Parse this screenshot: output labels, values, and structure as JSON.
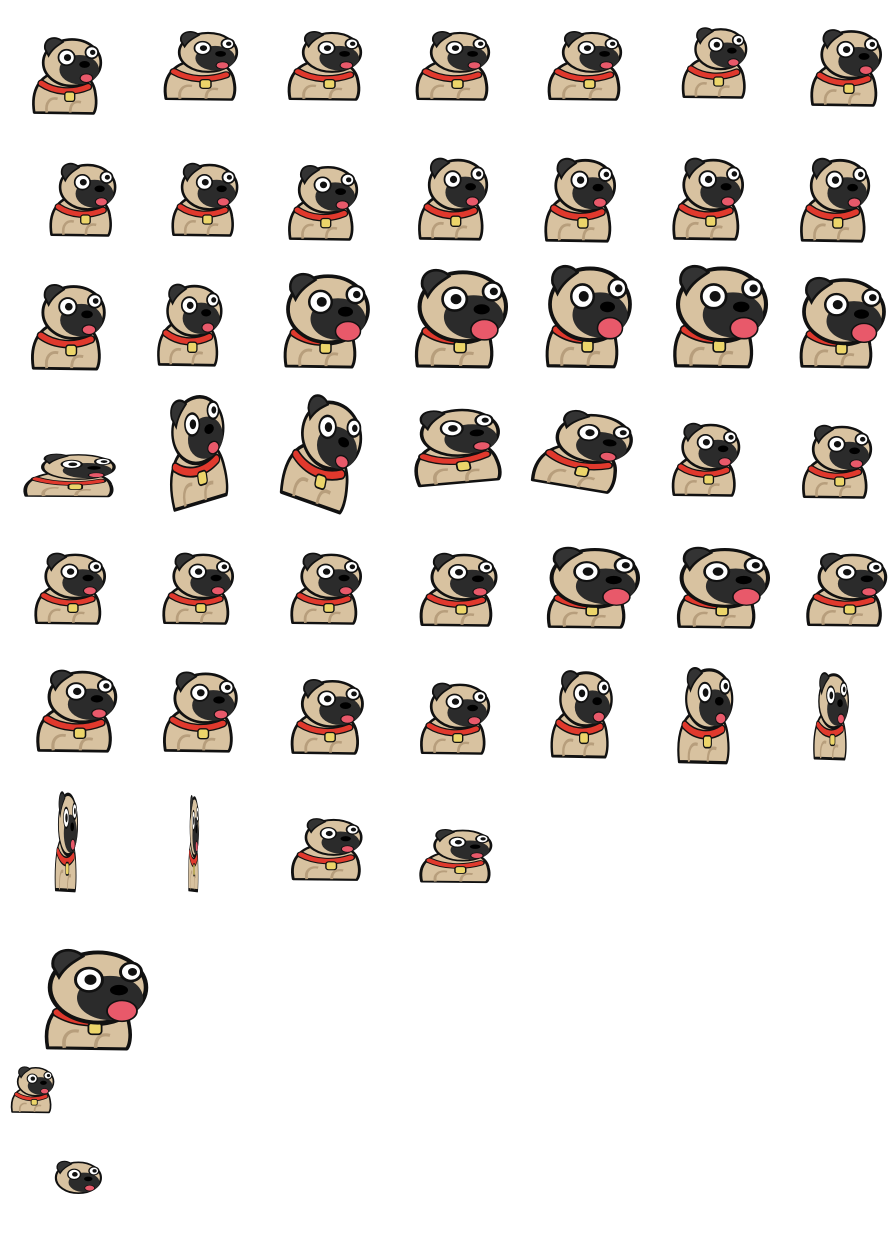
{
  "sheet": {
    "subject": "pug-sprite",
    "palette": {
      "fur": "#d8c2a0",
      "fur_shade": "#b79e7c",
      "mask": "#2b2b2b",
      "ear": "#333333",
      "collar": "#e0392d",
      "tag": "#ecd56a",
      "tongue": "#e8596a",
      "eye_white": "#ffffff",
      "pupil": "#111111",
      "outline": "#111111"
    },
    "frames": [
      {
        "pose": "sit"
      },
      {
        "pose": "lean-squash"
      },
      {
        "pose": "lean-squash"
      },
      {
        "pose": "lean-squash"
      },
      {
        "pose": "lean-squash"
      },
      {
        "pose": "lean-squash"
      },
      {
        "pose": "sit"
      },
      {
        "pose": "sit"
      },
      {
        "pose": "sit"
      },
      {
        "pose": "sit"
      },
      {
        "pose": "sit"
      },
      {
        "pose": "sit"
      },
      {
        "pose": "sit"
      },
      {
        "pose": "sit"
      },
      {
        "pose": "sit"
      },
      {
        "pose": "sit"
      },
      {
        "pose": "big-head"
      },
      {
        "pose": "big-head"
      },
      {
        "pose": "big-head"
      },
      {
        "pose": "big-head"
      },
      {
        "pose": "big-head"
      },
      {
        "pose": "flat"
      },
      {
        "pose": "rotated"
      },
      {
        "pose": "rotated"
      },
      {
        "pose": "rotated"
      },
      {
        "pose": "rotated"
      },
      {
        "pose": "sit"
      },
      {
        "pose": "sit"
      },
      {
        "pose": "sit"
      },
      {
        "pose": "sit"
      },
      {
        "pose": "sit"
      },
      {
        "pose": "sit"
      },
      {
        "pose": "big-head"
      },
      {
        "pose": "big-head"
      },
      {
        "pose": "sit"
      },
      {
        "pose": "sit"
      },
      {
        "pose": "sit"
      },
      {
        "pose": "sit"
      },
      {
        "pose": "sit"
      },
      {
        "pose": "stretch-tall"
      },
      {
        "pose": "stretch-tall"
      },
      {
        "pose": "thin"
      },
      {
        "pose": "edge"
      },
      {
        "pose": "edge"
      },
      {
        "pose": "lean-squash"
      },
      {
        "pose": "lean-squash"
      },
      {
        "pose": "big-head"
      },
      {
        "pose": "sit"
      },
      {
        "pose": "head-only"
      }
    ]
  }
}
